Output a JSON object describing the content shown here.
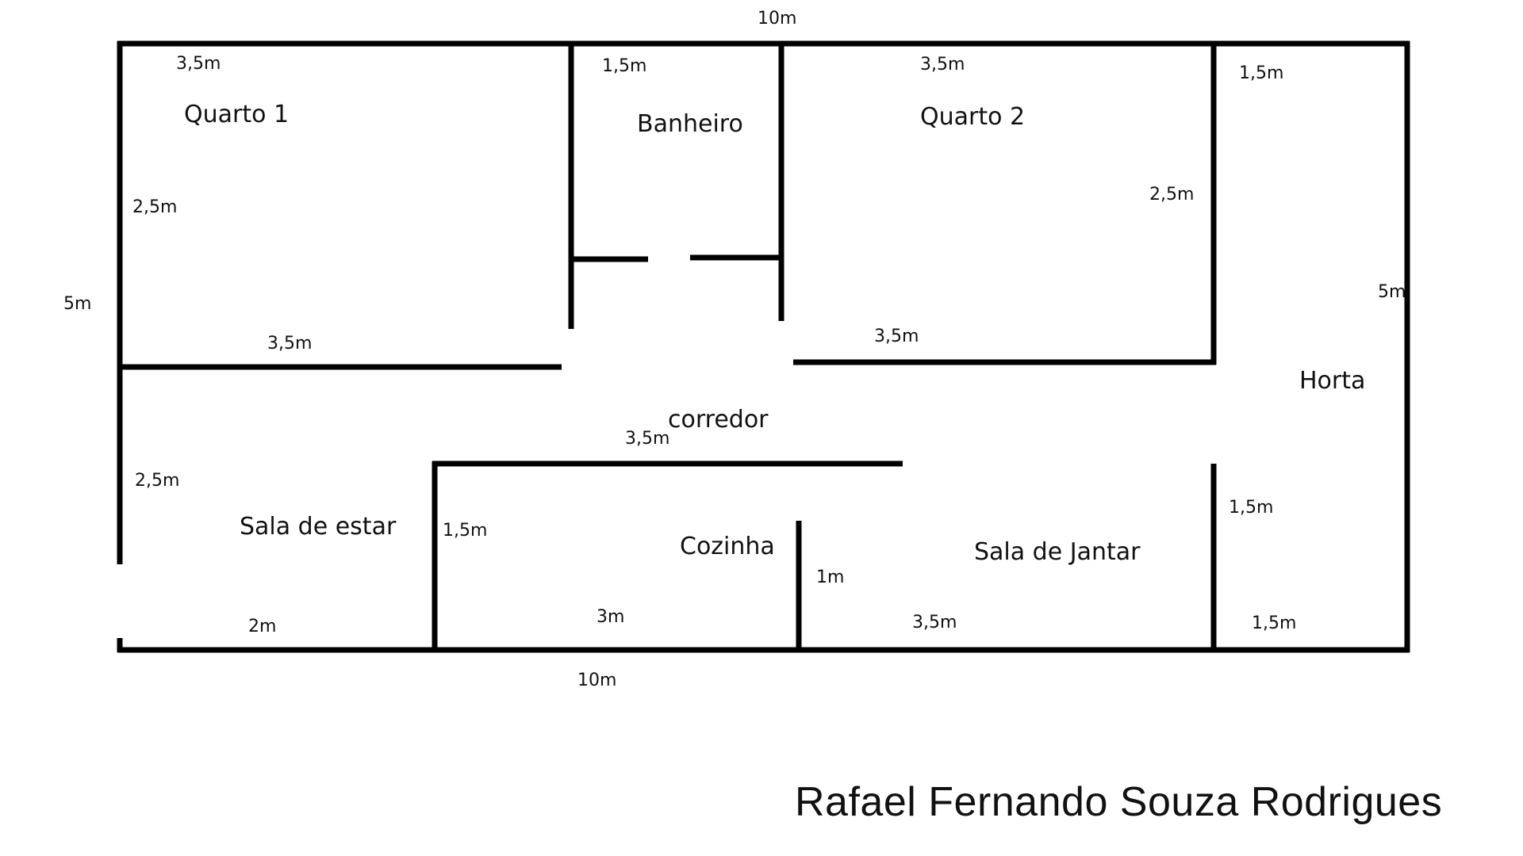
{
  "rooms": {
    "quarto1": "Quarto 1",
    "banheiro": "Banheiro",
    "quarto2": "Quarto 2",
    "horta": "Horta",
    "corredor": "corredor",
    "sala_estar": "Sala de estar",
    "cozinha": "Cozinha",
    "sala_jantar": "Sala de Jantar"
  },
  "dimensions": {
    "top_total": "10m",
    "bottom_total": "10m",
    "left_total": "5m",
    "right_total": "5m",
    "quarto1_width": "3,5m",
    "quarto1_height": "2,5m",
    "quarto1_bottom": "3,5m",
    "banheiro_width": "1,5m",
    "quarto2_width": "3,5m",
    "quarto2_height": "2,5m",
    "quarto2_bottom": "3,5m",
    "horta_width": "1,5m",
    "corredor_width": "3,5m",
    "sala_estar_height": "2,5m",
    "sala_estar_width": "2m",
    "cozinha_height": "1,5m",
    "cozinha_width": "3m",
    "cozinha_partition": "1m",
    "sala_jantar_width": "3,5m",
    "horta_lower_height": "1,5m",
    "horta_lower_width": "1,5m"
  },
  "author": "Rafael Fernando Souza Rodrigues",
  "colors": {
    "walls": "#000000",
    "background": "#ffffff"
  }
}
